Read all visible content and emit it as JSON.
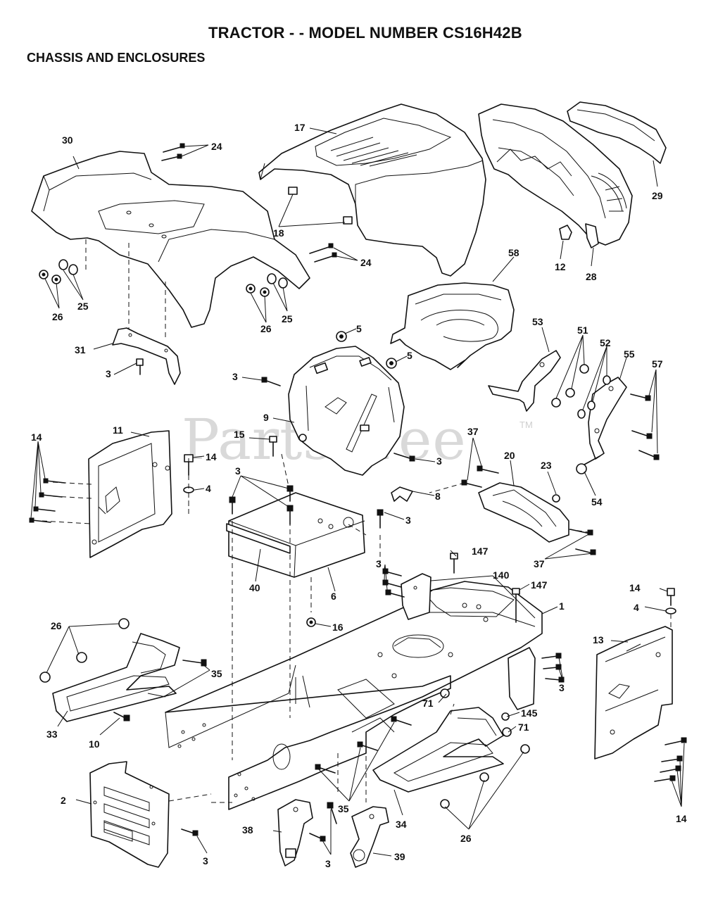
{
  "header": {
    "title": "TRACTOR - - MODEL NUMBER CS16H42B",
    "subtitle": "CHASSIS AND ENCLOSURES"
  },
  "watermark": {
    "text": "PartsTree",
    "tm": "TM"
  },
  "callouts": [
    {
      "id": "c30",
      "label": "30"
    },
    {
      "id": "c24a",
      "label": "24"
    },
    {
      "id": "c17",
      "label": "17"
    },
    {
      "id": "c29",
      "label": "29"
    },
    {
      "id": "c18",
      "label": "18"
    },
    {
      "id": "c24b",
      "label": "24"
    },
    {
      "id": "c12",
      "label": "12"
    },
    {
      "id": "c28",
      "label": "28"
    },
    {
      "id": "c26a",
      "label": "26"
    },
    {
      "id": "c25a",
      "label": "25"
    },
    {
      "id": "c58",
      "label": "58"
    },
    {
      "id": "c26b",
      "label": "26"
    },
    {
      "id": "c25b",
      "label": "25"
    },
    {
      "id": "c5a",
      "label": "5"
    },
    {
      "id": "c53",
      "label": "53"
    },
    {
      "id": "c51",
      "label": "51"
    },
    {
      "id": "c52",
      "label": "52"
    },
    {
      "id": "c55",
      "label": "55"
    },
    {
      "id": "c57",
      "label": "57"
    },
    {
      "id": "c31",
      "label": "31"
    },
    {
      "id": "c5b",
      "label": "5"
    },
    {
      "id": "c3a",
      "label": "3"
    },
    {
      "id": "c3b",
      "label": "3"
    },
    {
      "id": "c9",
      "label": "9"
    },
    {
      "id": "c11",
      "label": "11"
    },
    {
      "id": "c14a",
      "label": "14"
    },
    {
      "id": "c15",
      "label": "15"
    },
    {
      "id": "c14b",
      "label": "14"
    },
    {
      "id": "c3c",
      "label": "3"
    },
    {
      "id": "c37a",
      "label": "37"
    },
    {
      "id": "c20",
      "label": "20"
    },
    {
      "id": "c23",
      "label": "23"
    },
    {
      "id": "c4a",
      "label": "4"
    },
    {
      "id": "c3d",
      "label": "3"
    },
    {
      "id": "c54",
      "label": "54"
    },
    {
      "id": "c8",
      "label": "8"
    },
    {
      "id": "c3e",
      "label": "3"
    },
    {
      "id": "c147a",
      "label": "147"
    },
    {
      "id": "c37b",
      "label": "37"
    },
    {
      "id": "c40",
      "label": "40"
    },
    {
      "id": "c6",
      "label": "6"
    },
    {
      "id": "c3f",
      "label": "3"
    },
    {
      "id": "c140",
      "label": "140"
    },
    {
      "id": "c147b",
      "label": "147"
    },
    {
      "id": "c14c",
      "label": "14"
    },
    {
      "id": "c1",
      "label": "1"
    },
    {
      "id": "c4b",
      "label": "4"
    },
    {
      "id": "c26c",
      "label": "26"
    },
    {
      "id": "c16",
      "label": "16"
    },
    {
      "id": "c13",
      "label": "13"
    },
    {
      "id": "c35a",
      "label": "35"
    },
    {
      "id": "c3g",
      "label": "3"
    },
    {
      "id": "c71a",
      "label": "71"
    },
    {
      "id": "c145",
      "label": "145"
    },
    {
      "id": "c71b",
      "label": "71"
    },
    {
      "id": "c33",
      "label": "33"
    },
    {
      "id": "c10",
      "label": "10"
    },
    {
      "id": "c2",
      "label": "2"
    },
    {
      "id": "c35b",
      "label": "35"
    },
    {
      "id": "c34",
      "label": "34"
    },
    {
      "id": "c38",
      "label": "38"
    },
    {
      "id": "c26d",
      "label": "26"
    },
    {
      "id": "c14d",
      "label": "14"
    },
    {
      "id": "c3h",
      "label": "3"
    },
    {
      "id": "c3i",
      "label": "3"
    },
    {
      "id": "c39",
      "label": "39"
    }
  ]
}
